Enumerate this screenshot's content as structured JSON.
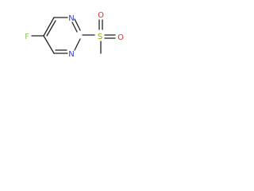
{
  "molecule": {
    "atoms": [
      {
        "id": "F",
        "symbol": "F",
        "color": "#90c860"
      },
      {
        "id": "N1",
        "symbol": "N",
        "color": "#2f3fd6"
      },
      {
        "id": "N3",
        "symbol": "N",
        "color": "#2f3fd6"
      },
      {
        "id": "S",
        "symbol": "S",
        "color": "#a3a300"
      },
      {
        "id": "O1",
        "symbol": "O",
        "color": "#e02a2a"
      },
      {
        "id": "O2",
        "symbol": "O",
        "color": "#e02a2a"
      }
    ]
  }
}
